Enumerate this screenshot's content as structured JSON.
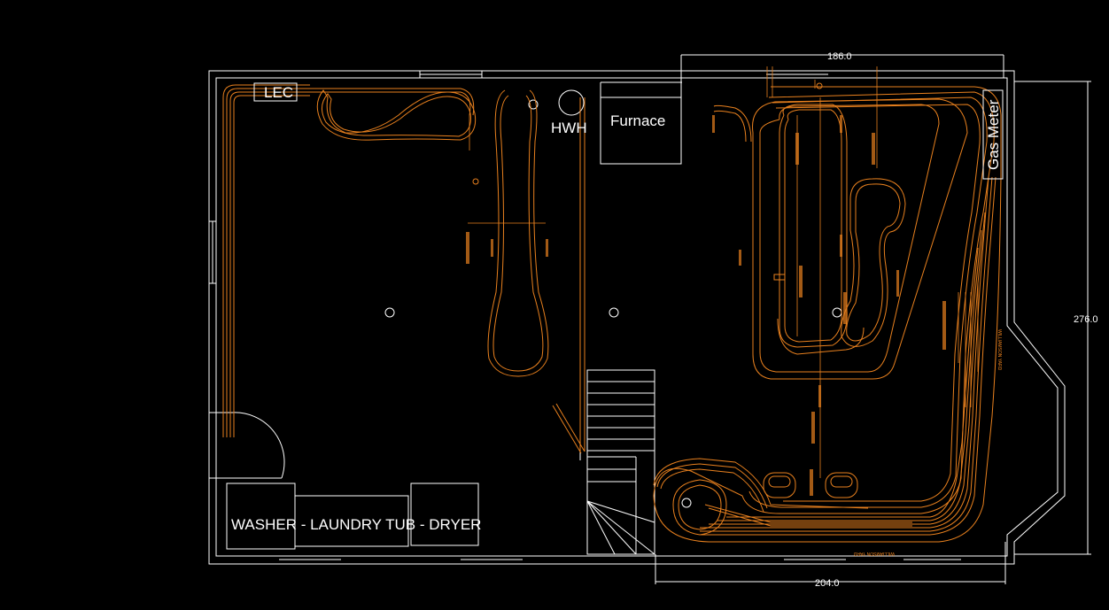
{
  "labels": {
    "lec": "LEC",
    "hwh": "HWH",
    "furnace": "Furnace",
    "laundry": "WASHER - LAUNDRY TUB - DRYER",
    "gas_meter": "Gas Meter"
  },
  "dimensions": {
    "top": "186.0",
    "right": "276.0",
    "bottom": "204.0"
  },
  "yard_labels": {
    "right_yard": "WILLIAMSON YARD",
    "bottom_yard": "WILLIAMSON YARD"
  }
}
